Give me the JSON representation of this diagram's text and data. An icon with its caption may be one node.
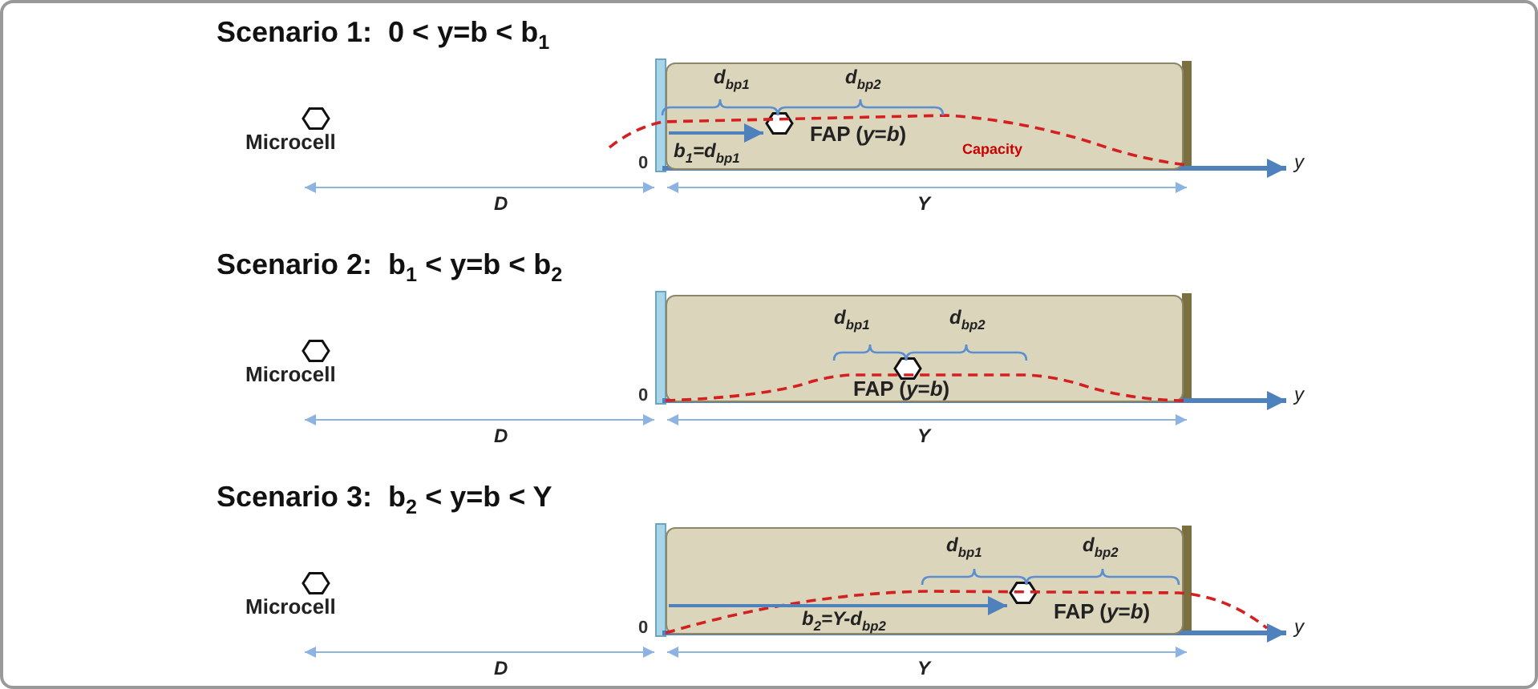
{
  "diagram": {
    "nodes": [
      {
        "text": [
          "Microcell"
        ]
      },
      {
        "text": [],
        "shape": "box"
      },
      {
        "text": [
          "FAP (*y*=*b*)"
        ],
        "in": 1
      },
      {
        "text": [
          "Microcell"
        ]
      },
      {
        "text": [],
        "shape": "box"
      },
      {
        "text": [
          "FAP (*y*=*b*)"
        ],
        "in": 4
      },
      {
        "text": [
          "Microcell"
        ]
      },
      {
        "text": [],
        "shape": "box"
      },
      {
        "text": [
          "FAP (*y*=*b*)"
        ],
        "in": 7
      }
    ],
    "edges": [
      {
        "from": 1,
        "to": 2,
        "arrow": "to"
      },
      {
        "from": 7,
        "to": 8,
        "arrow": "to"
      }
    ],
    "labels": [
      "Scenario 1:  0 < y=b < b$_{1}$",
      "d$_{bp1}$",
      "d$_{bp2}$",
      "b$_{1}$=d$_{bp1}$",
      "Capacity",
      "0",
      "y",
      "D",
      "Y",
      "Scenario 2:  b$_{1}$ < y=b < b$_{2}$",
      "d$_{bp1}$",
      "d$_{bp2}$",
      "0",
      "y",
      "D",
      "Y",
      "Scenario 3:  b$_{2}$ < y=b < Y",
      "d$_{bp1}$",
      "d$_{bp2}$",
      "0",
      "b$_{2}$=Y-d$_{bp2}$",
      "y",
      "D",
      "Y"
    ]
  }
}
